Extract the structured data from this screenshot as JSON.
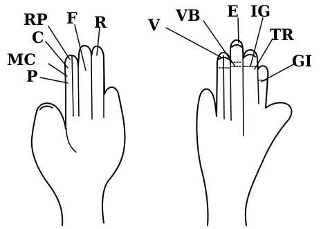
{
  "diagram": {
    "left_hand": {
      "labels": {
        "rp": "RP",
        "f": "F",
        "r": "R",
        "c": "C",
        "mc": "MC",
        "p": "P"
      }
    },
    "right_hand": {
      "labels": {
        "v": "V",
        "vb": "VB",
        "e": "E",
        "ig": "IG",
        "tr": "TR",
        "gi": "GI"
      }
    }
  },
  "colors": {
    "ink": "#000000",
    "background": "#ffffff"
  }
}
